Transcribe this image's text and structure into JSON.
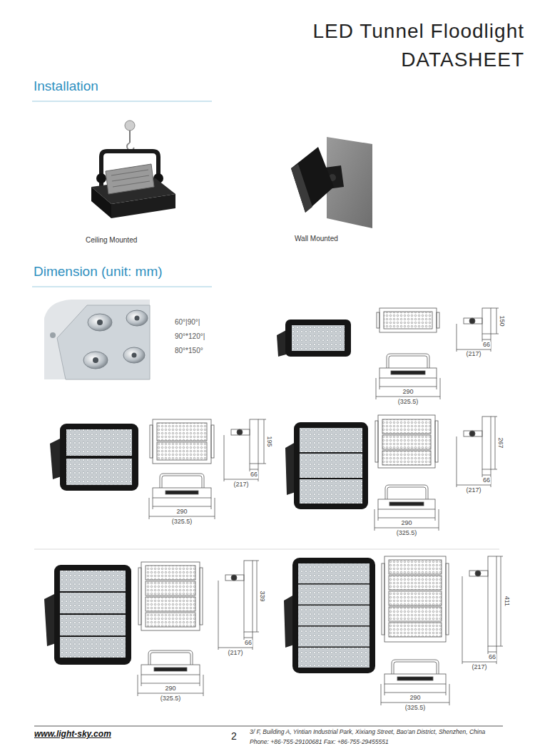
{
  "diagram": {
    "title": "LED Tunnel Floodlight DATASHEET",
    "labels": [
      "Installation",
      "Ceiling Mounted",
      "Wall Mounted",
      "Dimension (unit: mm)",
      "60°|90°| 90°*120°| 80°*150°",
      "150",
      "66",
      "(217)",
      "290",
      "(325.5)",
      "195",
      "66",
      "(217)",
      "290",
      "(325.5)",
      "267",
      "66",
      "(217)",
      "290",
      "(325.5)",
      "339",
      "66",
      "(217)",
      "290",
      "(325.5)",
      "411",
      "66",
      "(217)",
      "290",
      "(325.5)",
      "www.light-sky.com",
      "2",
      "3/ F, Building A, Yintian Industrial Park, Xixiang Street, Bao'an District, Shenzhen, China",
      "Phone: +86-755-29100681 Fax: +86-755-29455551"
    ]
  }
}
